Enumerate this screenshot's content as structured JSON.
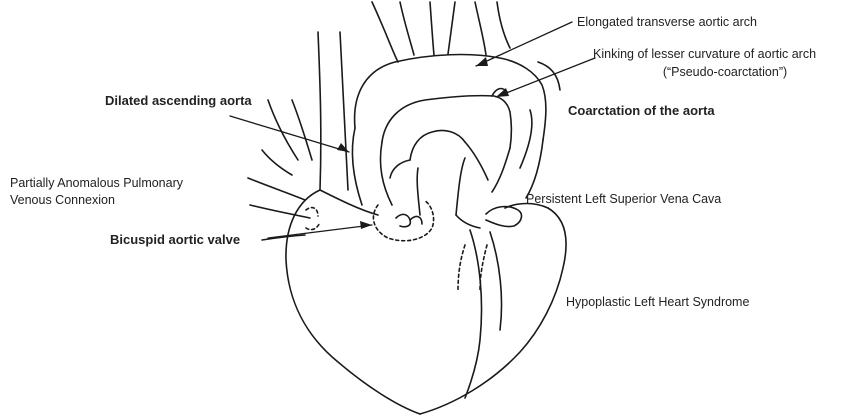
{
  "diagram": {
    "labels": {
      "elongated_arch": "Elongated transverse aortic arch",
      "kinking_line1": "Kinking of lesser curvature of aortic arch",
      "kinking_line2": "(“Pseudo-coarctation”)",
      "coarctation": "Coarctation of the aorta",
      "dilated_aorta": "Dilated ascending aorta",
      "papvc_line1": "Partially Anomalous Pulmonary",
      "papvc_line2": "Venous Connexion",
      "plsvc": "Persistent Left Superior Vena Cava",
      "bicuspid": "Bicuspid aortic valve",
      "hlhs": "Hypoplastic Left Heart Syndrome"
    }
  }
}
